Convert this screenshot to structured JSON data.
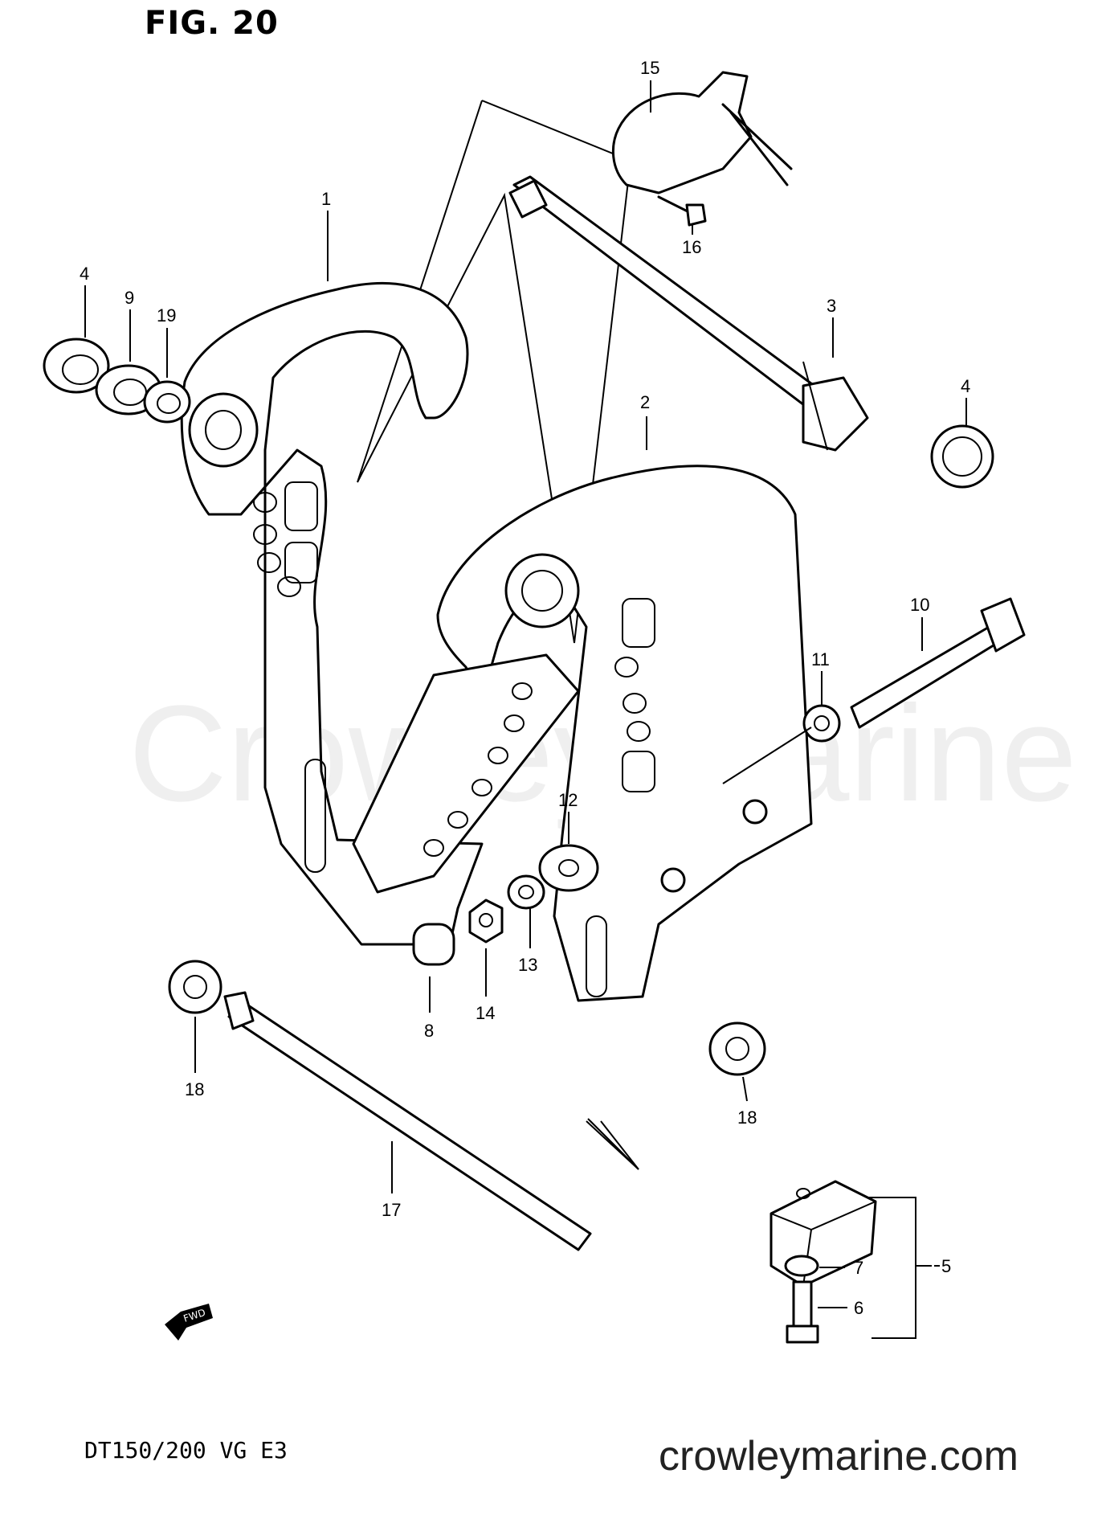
{
  "figure": {
    "title": "FIG. 20",
    "model_code": "DT150/200 VG E3",
    "watermark": "Crowley Marine",
    "site_url": "crowleymarine.com",
    "fwd_label": "FWD"
  },
  "callouts": [
    {
      "id": "c1",
      "label": "1"
    },
    {
      "id": "c2",
      "label": "2"
    },
    {
      "id": "c3",
      "label": "3"
    },
    {
      "id": "c4a",
      "label": "4"
    },
    {
      "id": "c4b",
      "label": "4"
    },
    {
      "id": "c5",
      "label": "5"
    },
    {
      "id": "c6",
      "label": "6"
    },
    {
      "id": "c7",
      "label": "7"
    },
    {
      "id": "c8",
      "label": "8"
    },
    {
      "id": "c9",
      "label": "9"
    },
    {
      "id": "c10",
      "label": "10"
    },
    {
      "id": "c11",
      "label": "11"
    },
    {
      "id": "c12",
      "label": "12"
    },
    {
      "id": "c13",
      "label": "13"
    },
    {
      "id": "c14",
      "label": "14"
    },
    {
      "id": "c15",
      "label": "15"
    },
    {
      "id": "c16",
      "label": "16"
    },
    {
      "id": "c17",
      "label": "17"
    },
    {
      "id": "c18a",
      "label": "18"
    },
    {
      "id": "c18b",
      "label": "18"
    },
    {
      "id": "c19",
      "label": "19"
    }
  ]
}
